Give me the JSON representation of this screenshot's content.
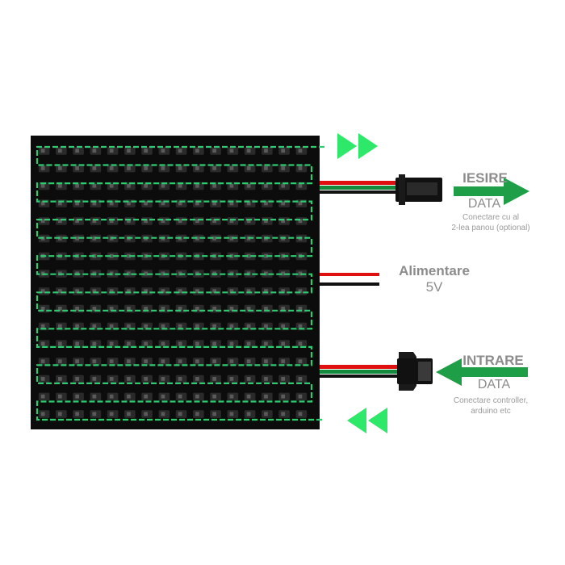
{
  "output": {
    "title": "IESIRE",
    "subtitle": "DATA",
    "note_line1": "Conectare cu al",
    "note_line2": "2-lea panou (optional)"
  },
  "power": {
    "title": "Alimentare",
    "subtitle": "5V"
  },
  "input": {
    "title": "INTRARE",
    "subtitle": "DATA",
    "note_line1": "Conectare controller,",
    "note_line2": "arduino etc"
  },
  "matrix": {
    "columns": 16,
    "rows": 16
  },
  "colors": {
    "path": "#2ecc71",
    "arrow": "#1e9e46",
    "chevron": "#2ee86a",
    "board": "#0c0c0c",
    "led": "#2a2a2a",
    "wire_red": "#e01010",
    "wire_green": "#138a3c",
    "wire_black": "#111111",
    "label": "#8c8c8c"
  },
  "icons": {
    "out_chevrons": "double-right-chevron-icon",
    "in_chevrons": "double-left-chevron-icon",
    "out_arrow": "right-arrow-icon",
    "in_arrow": "left-arrow-icon"
  }
}
